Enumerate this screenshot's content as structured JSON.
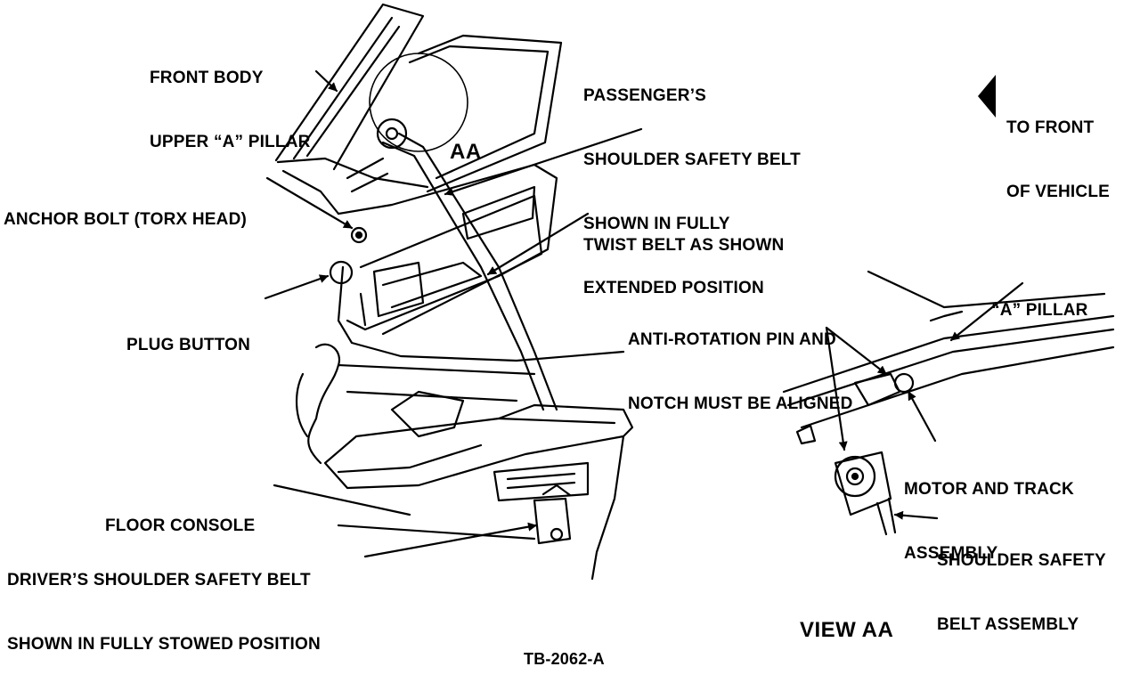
{
  "labels": {
    "front_body_pillar": [
      "FRONT BODY",
      "UPPER “A” PILLAR"
    ],
    "passenger_belt": [
      "PASSENGER’S",
      "SHOULDER SAFETY BELT",
      "SHOWN IN FULLY",
      "EXTENDED POSITION"
    ],
    "to_front": [
      "TO FRONT",
      "OF VEHICLE"
    ],
    "anchor_bolt": "ANCHOR BOLT (TORX HEAD)",
    "twist_belt": "TWIST BELT AS SHOWN",
    "plug_button": "PLUG BUTTON",
    "a_pillar": "“A” PILLAR",
    "anti_rotation": [
      "ANTI-ROTATION PIN AND",
      "NOTCH MUST BE ALIGNED"
    ],
    "motor_track": [
      "MOTOR AND TRACK",
      "ASSEMBLY"
    ],
    "shoulder_assembly": [
      "SHOULDER SAFETY",
      "BELT ASSEMBLY"
    ],
    "floor_console": "FLOOR CONSOLE",
    "driver_belt": [
      "DRIVER’S SHOULDER SAFETY BELT",
      "SHOWN IN FULLY STOWED POSITION"
    ],
    "detail_callout": "AA",
    "view_title": "VIEW AA",
    "figure_id": "TB-2062-A"
  },
  "icons": {
    "front_arrow": "arrow-left-icon"
  },
  "colors": {
    "ink": "#000000",
    "paper": "#ffffff"
  }
}
